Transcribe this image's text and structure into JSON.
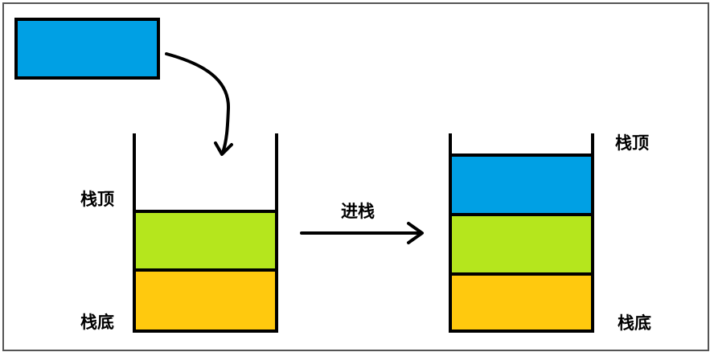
{
  "colors": {
    "new_element": "#00a0e4",
    "element_middle": "#b5e61d",
    "element_bottom": "#ffc90e",
    "outline": "#000000",
    "frame_border": "#555555"
  },
  "left_stack": {
    "top_label": "栈顶",
    "bottom_label": "栈底",
    "elements": [
      "element_middle",
      "element_bottom"
    ]
  },
  "right_stack": {
    "top_label": "栈顶",
    "bottom_label": "栈底",
    "elements": [
      "new_element",
      "element_middle",
      "element_bottom"
    ]
  },
  "operation": {
    "label": "进栈"
  },
  "icons": {
    "drop_arrow": "curved-arrow-icon",
    "push_arrow": "right-arrow-icon"
  }
}
